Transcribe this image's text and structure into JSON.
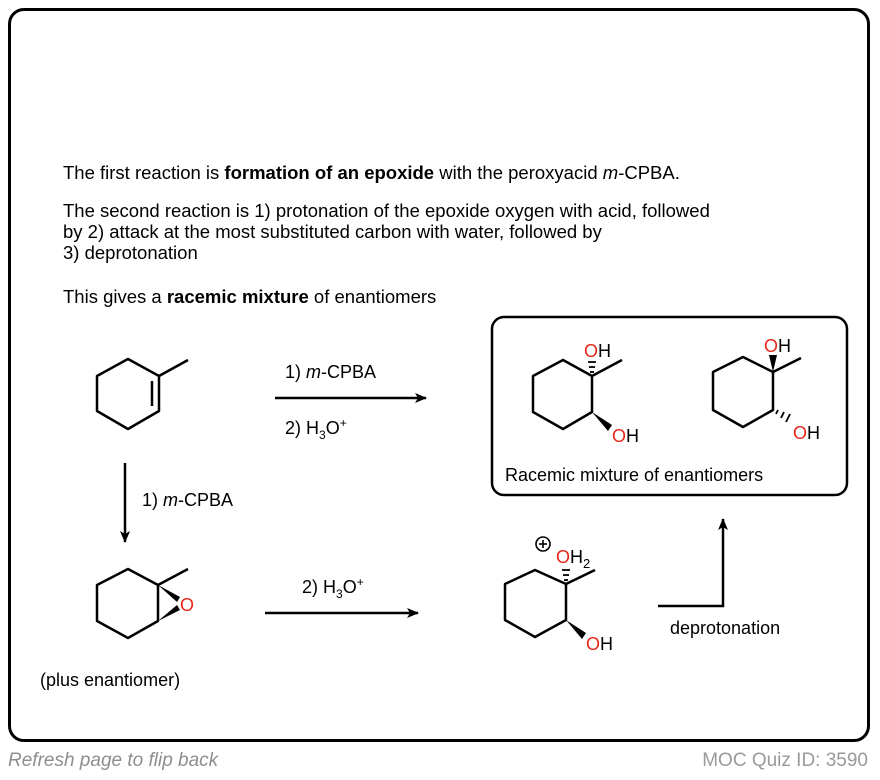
{
  "explanation": {
    "p1": {
      "prefix": "The first reaction is ",
      "bold": "formation of an epoxide",
      "middle": " with the peroxyacid ",
      "italic": "m",
      "suffix": "-CPBA."
    },
    "p2": {
      "line1": "The second reaction is 1) protonation of the epoxide oxygen with acid, followed",
      "line2": "by 2) attack at the most substituted carbon with water, followed by",
      "line3": "3) deprotonation"
    },
    "p3": {
      "prefix": "This gives a ",
      "bold": "racemic mixture",
      "suffix": " of enantiomers"
    }
  },
  "scheme": {
    "top_arrow": {
      "step1_num": "1) ",
      "step1_italic": "m",
      "step1_rest": "-CPBA",
      "step2_num": "2) H",
      "step2_sub": "3",
      "step2_o": "O",
      "step2_sup": "+"
    },
    "down_arrow": {
      "num": "1) ",
      "italic": "m",
      "rest": "-CPBA"
    },
    "middle_arrow": {
      "num": "2) H",
      "sub": "3",
      "o": "O",
      "sup": "+"
    },
    "epoxide_note": "(plus enantiomer)",
    "epoxide_oxygen": "O",
    "product_box_label": "Racemic mixture of enantiomers",
    "oh_o": "O",
    "oh_h": "H",
    "oxonium": {
      "plus": "+",
      "o": "O",
      "h": "H",
      "sub": "2"
    },
    "deprotonation_label": "deprotonation",
    "colors": {
      "oxygen": "#e8271a",
      "bond": "#000000"
    }
  },
  "footer": {
    "left": "Refresh page to flip back",
    "right": "MOC Quiz ID: 3590"
  }
}
